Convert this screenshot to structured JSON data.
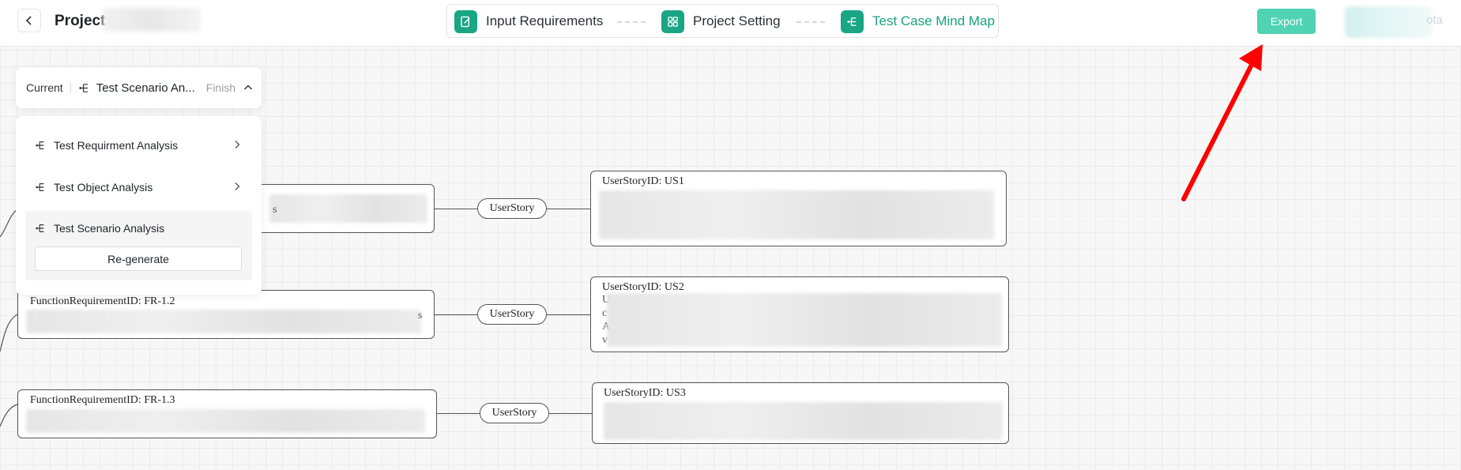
{
  "header": {
    "back_icon": "chevron-left-icon",
    "project_label": "Project",
    "export_label": "Export",
    "user_text": "ota",
    "steps": [
      {
        "label": "Input Requirements",
        "icon": "edit-doc-icon"
      },
      {
        "label": "Project Setting",
        "icon": "grid-icon"
      },
      {
        "label": "Test Case Mind Map",
        "icon": "mindmap-icon",
        "active": true
      }
    ],
    "accent_color": "#1aa585"
  },
  "analysis_panel": {
    "current_label": "Current",
    "current_name": "Test Scenario An...",
    "current_status": "Finish",
    "items": [
      {
        "label": "Test Requirment Analysis",
        "icon": "mindmap-icon"
      },
      {
        "label": "Test Object Analysis",
        "icon": "mindmap-icon"
      },
      {
        "label": "Test Scenario Analysis",
        "icon": "mindmap-icon"
      }
    ],
    "regenerate_label": "Re-generate"
  },
  "mindmap": {
    "rows": [
      {
        "requirement_title": "",
        "requirement_tail": "s",
        "connector": "UserStory",
        "story_title": "UserStoryID: US1"
      },
      {
        "requirement_title": "FunctionRequirementID: FR-1.2",
        "requirement_tail": "s",
        "connector": "UserStory",
        "story_title": "UserStoryID: US2",
        "story_prefix": [
          "U",
          "c",
          "A",
          "v"
        ]
      },
      {
        "requirement_title": "FunctionRequirementID: FR-1.3",
        "requirement_tail": "",
        "connector": "UserStory",
        "story_title": "UserStoryID: US3"
      }
    ]
  },
  "annotation": {
    "arrow_color": "#ff0000"
  }
}
